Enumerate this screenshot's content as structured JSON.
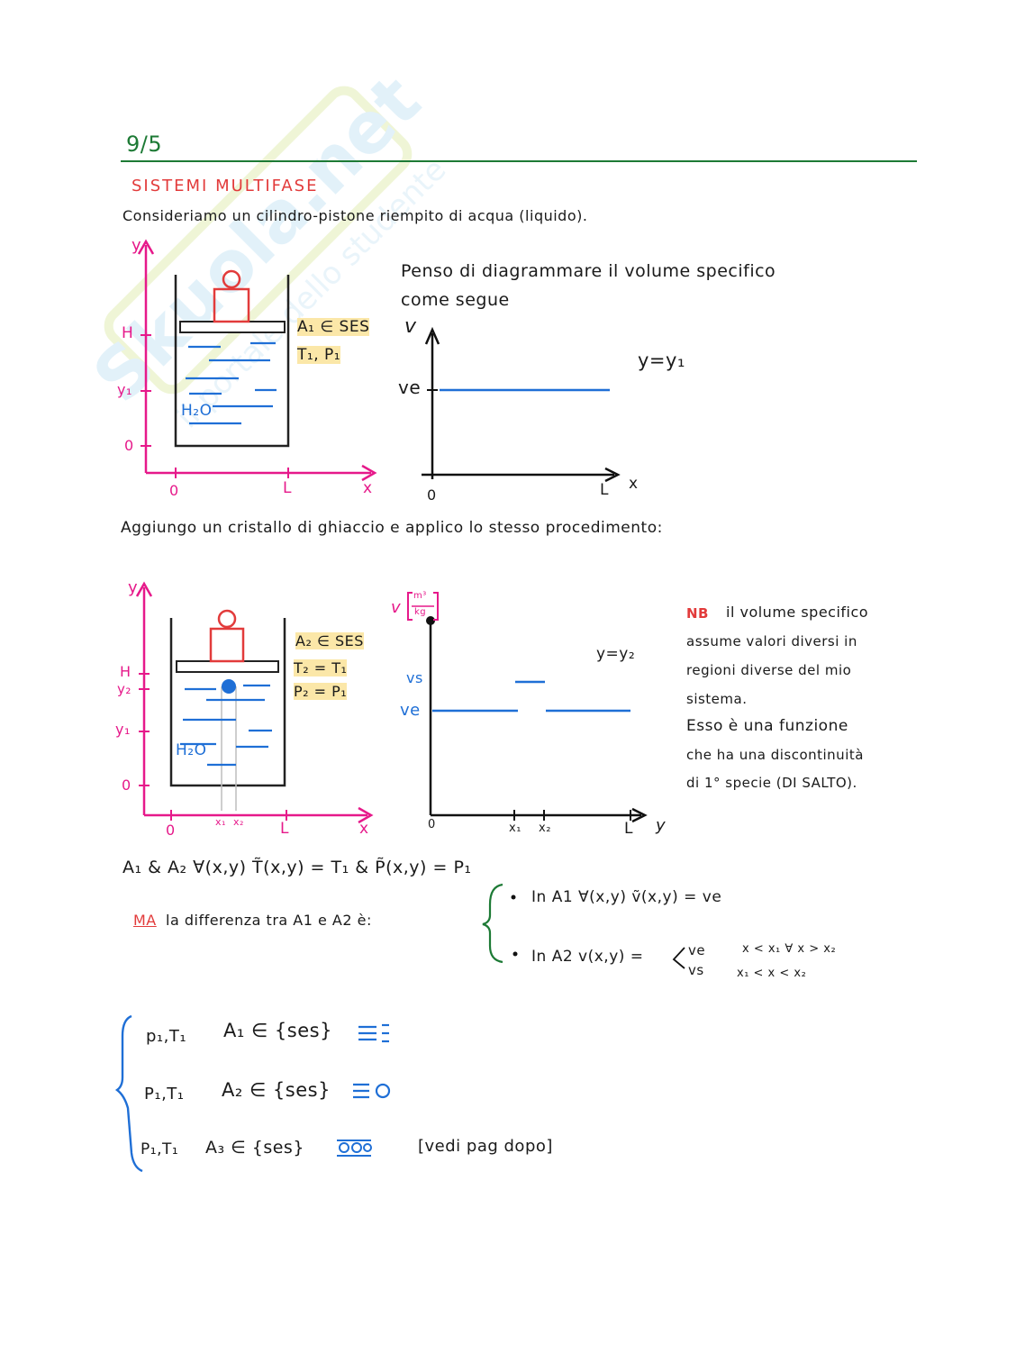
{
  "watermark": {
    "brand": "Skuola.net",
    "tagline": "il portale dello studente"
  },
  "header": {
    "date": "9/5"
  },
  "title": "SISTEMI MULTIFASE",
  "intro": "Consideriamo un cilindro-pistone riempito di acqua (liquido).",
  "fig1": {
    "y_axis": "y",
    "H": "H",
    "y1": "y₁",
    "zero_y": "0",
    "zero_x": "0",
    "L": "L",
    "x": "x",
    "water": "H₂O",
    "label_a": "A₁ ∈ SES",
    "label_b": "T₁, P₁"
  },
  "text1a": "Penso di diagrammare il volume specifico",
  "text1b": "come segue",
  "chart1": {
    "v_axis": "v",
    "ve": "ve",
    "zero": "0",
    "L": "L",
    "x": "x",
    "cond": "y=y₁"
  },
  "text2": "Aggiungo un cristallo di ghiaccio e applico lo stesso procedimento:",
  "fig2": {
    "y_axis": "y",
    "H": "H",
    "y2": "y₂",
    "y1": "y₁",
    "zero_y": "0",
    "zero_x": "0",
    "x1": "x₁",
    "x2": "x₂",
    "L": "L",
    "x": "x",
    "water": "H₂O",
    "label_a": "A₂ ∈ SES",
    "label_b": "T₂ = T₁",
    "label_c": "P₂ = P₁"
  },
  "chart2": {
    "v_axis": "v",
    "unit_num": "m³",
    "unit_den": "kg",
    "vs": "vs",
    "ve": "ve",
    "cond": "y=y₂",
    "zero": "0",
    "x1": "x₁",
    "x2": "x₂",
    "L": "L",
    "y": "y"
  },
  "nb": {
    "label": "NB",
    "lines": [
      "il volume specifico",
      "assume valori diversi in",
      "regioni diverse del mio",
      "sistema.",
      "Esso è una funzione",
      "che ha una discontinuità",
      "di 1° specie (DI SALTO)."
    ]
  },
  "eq1": "A₁ & A₂   ∀(x,y)   T̃(x,y) = T₁ & P̃(x,y) = P₁",
  "diff": {
    "ma": "MA",
    "rest": "la differenza tra A1 e A2 è:"
  },
  "bullets": {
    "b1": "In A1   ∀(x,y)   ṽ(x,y) = ve",
    "b2": "In A2   v(x,y) =",
    "b2_top": "ve",
    "b2_bottom": "vs",
    "cond_top": "x < x₁ ∀ x > x₂",
    "cond_bottom": "x₁ < x < x₂"
  },
  "system": [
    {
      "pt": "p₁,T₁",
      "set": "A₁ ∈ {ses}"
    },
    {
      "pt": "P₁,T₁",
      "set": "A₂ ∈ {ses}"
    },
    {
      "pt": "P₁,T₁",
      "set": "A₃ ∈ {ses}"
    }
  ],
  "note": "[vedi pag dopo]",
  "colors": {
    "pink": "#e6198a",
    "blue": "#1f6fd6",
    "red": "#e23b3b",
    "green": "#1d7a35",
    "highlight": "#fbe7a8"
  }
}
